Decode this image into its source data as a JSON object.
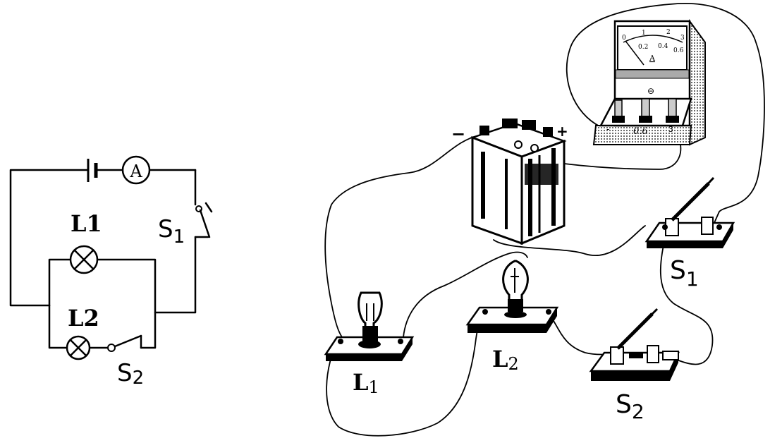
{
  "schematic": {
    "ammeter_symbol": "A",
    "lamp1_label": "L1",
    "lamp2_label": "L2",
    "switch1_label": "S",
    "switch1_sub": "1",
    "switch2_label": "S",
    "switch2_sub": "2"
  },
  "ammeter": {
    "top_scale": [
      "0",
      "1",
      "2",
      "3"
    ],
    "bottom_scale": [
      "0.2",
      "0.4",
      "0.6"
    ],
    "unit": "A",
    "zero_adjust": "⊖",
    "terminal_label": "0.6",
    "terminal_neg": "-",
    "terminal_pos": "3"
  },
  "battery": {
    "neg_sign": "−",
    "pos_sign": "+"
  },
  "components": {
    "lamp1_label": "L",
    "lamp1_sub": "1",
    "lamp2_label": "L",
    "lamp2_sub": "2",
    "switch1_label": "S",
    "switch1_sub": "1",
    "switch2_label": "S",
    "switch2_sub": "2"
  }
}
